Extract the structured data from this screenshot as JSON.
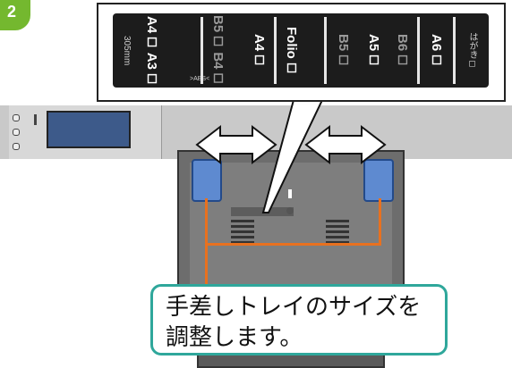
{
  "step": {
    "number": "2"
  },
  "label_strip": {
    "columns": [
      {
        "text": "305mm",
        "style": "small"
      },
      {
        "text": "A4◻ A3◻",
        "style": "main"
      },
      {
        "text": "B5◻ B4◻",
        "style": "dim"
      },
      {
        "text": "A4◻",
        "style": "main"
      },
      {
        "text": "Folio◻",
        "style": "main"
      },
      {
        "text": "B5◻",
        "style": "dim"
      },
      {
        "text": "A5◻",
        "style": "main"
      },
      {
        "text": "B6◻",
        "style": "dim"
      },
      {
        "text": "A6◻",
        "style": "main"
      },
      {
        "text": "はがき◻",
        "style": "small"
      }
    ],
    "abs_mark": ">ABS<"
  },
  "caption": {
    "line1": "手差しトレイのサイズを",
    "line2": "調整します。"
  },
  "colors": {
    "step_badge": "#74b82f",
    "caption_border": "#2fa79b",
    "guide": "#5e8ad0",
    "indicator_line": "#e8711f"
  }
}
